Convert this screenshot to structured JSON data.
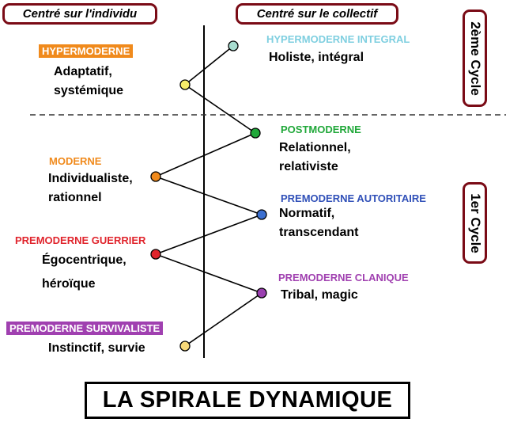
{
  "headers": {
    "left": "Centré sur l'individu",
    "right": "Centré sur le collectif"
  },
  "cycles": {
    "second": "2ème Cycle",
    "first": "1er Cycle"
  },
  "stages": [
    {
      "id": "hypermoderne-integral",
      "name": "HYPERMODERNE INTEGRAL",
      "desc": [
        "Holiste, intégral"
      ],
      "color": "#7fcfe0",
      "node_color": "#a8ddd0",
      "side": "right",
      "boxed": false
    },
    {
      "id": "hypermoderne",
      "name": "HYPERMODERNE",
      "desc": [
        "Adaptatif,",
        "systémique"
      ],
      "color": "#f08a1c",
      "node_color": "#f7ec6a",
      "side": "left",
      "boxed": true
    },
    {
      "id": "postmoderne",
      "name": "POSTMODERNE",
      "desc": [
        "Relationnel,",
        "relativiste"
      ],
      "color": "#21a83a",
      "node_color": "#21a83a",
      "side": "right",
      "boxed": false
    },
    {
      "id": "moderne",
      "name": "MODERNE",
      "desc": [
        "Individualiste,",
        "rationnel"
      ],
      "color": "#f08a1c",
      "node_color": "#f08a1c",
      "side": "left",
      "boxed": false
    },
    {
      "id": "premoderne-autoritaire",
      "name": "PREMODERNE AUTORITAIRE",
      "desc": [
        "Normatif,",
        "transcendant"
      ],
      "color": "#3050b8",
      "node_color": "#3b6fd0",
      "side": "right",
      "boxed": false
    },
    {
      "id": "premoderne-guerrier",
      "name": "PREMODERNE GUERRIER",
      "desc": [
        "Égocentrique,",
        "héroïque"
      ],
      "color": "#e0242c",
      "node_color": "#e0242c",
      "side": "left",
      "boxed": false
    },
    {
      "id": "premoderne-clanique",
      "name": "PREMODERNE CLANIQUE",
      "desc": [
        "Tribal, magic"
      ],
      "color": "#a040b0",
      "node_color": "#9a3fb0",
      "side": "right",
      "boxed": false
    },
    {
      "id": "premoderne-survivaliste",
      "name": "PREMODERNE SURVIVALISTE",
      "desc": [
        "Instinctif, survie"
      ],
      "color": "#a040b0",
      "node_color": "#f7d97a",
      "side": "left",
      "boxed": true
    }
  ],
  "title": "LA SPIRALE DYNAMIQUE"
}
